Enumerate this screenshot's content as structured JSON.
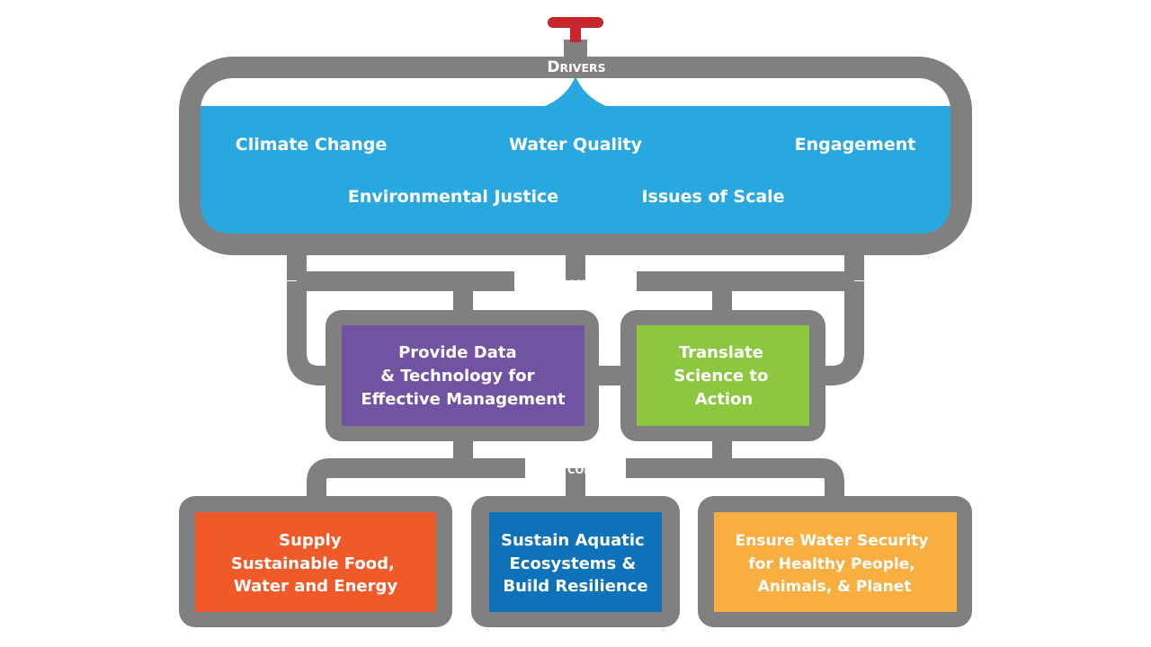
{
  "sections": {
    "drivers": "Drivers",
    "applications": "Applications",
    "outcomes": "Outcomes"
  },
  "drivers": [
    "Climate Change",
    "Water Quality",
    "Engagement",
    "Environmental Justice",
    "Issues of Scale"
  ],
  "applications": [
    [
      "Provide Data",
      "& Technology for",
      "Effective Management"
    ],
    [
      "Translate",
      "Science to",
      "Action"
    ]
  ],
  "outcomes": [
    [
      "Supply",
      "Sustainable Food,",
      "Water and Energy"
    ],
    [
      "Sustain Aquatic",
      "Ecosystems &",
      "Build Resilience"
    ],
    [
      "Ensure Water Security",
      "for Healthy People,",
      "Animals, & Planet"
    ]
  ],
  "colors": {
    "pipe": "#808080",
    "water": "#29a8e0",
    "valve": "#c9252c",
    "app_data": "#7253a3",
    "app_action": "#8dc63f",
    "out_food": "#f05a28",
    "out_eco": "#0d72b9",
    "out_security": "#f9ae40"
  }
}
